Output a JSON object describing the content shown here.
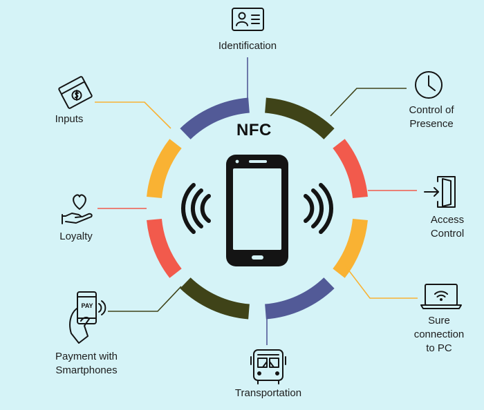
{
  "title": "NFC",
  "colors": {
    "background": "#d5f3f7",
    "olive": "#3f4318",
    "navy": "#525a97",
    "red": "#f25a4c",
    "amber": "#f9b233",
    "connector_olive": "#3f4318",
    "connector_navy": "#525a97",
    "connector_red": "#f25a4c",
    "connector_amber": "#f9b233"
  },
  "features": [
    {
      "key": "identification",
      "label": "Identification",
      "icon": "id-card-icon"
    },
    {
      "key": "control_of_presence",
      "label": "Control of\nPresence",
      "icon": "clock-icon"
    },
    {
      "key": "access_control",
      "label": "Access\nControl",
      "icon": "door-entry-icon"
    },
    {
      "key": "sure_connection",
      "label": "Sure\nconnection\nto PC",
      "icon": "laptop-wifi-icon"
    },
    {
      "key": "transportation",
      "label": "Transportation",
      "icon": "bus-icon"
    },
    {
      "key": "payment",
      "label": "Payment with\nSmartphones",
      "icon": "phone-pay-icon"
    },
    {
      "key": "loyalty",
      "label": "Loyalty",
      "icon": "heart-hand-icon"
    },
    {
      "key": "inputs",
      "label": "Inputs",
      "icon": "money-icon"
    }
  ],
  "phone_icon": "smartphone-icon",
  "signal_icon": "nfc-signal-icon",
  "pay_badge": "PAY"
}
